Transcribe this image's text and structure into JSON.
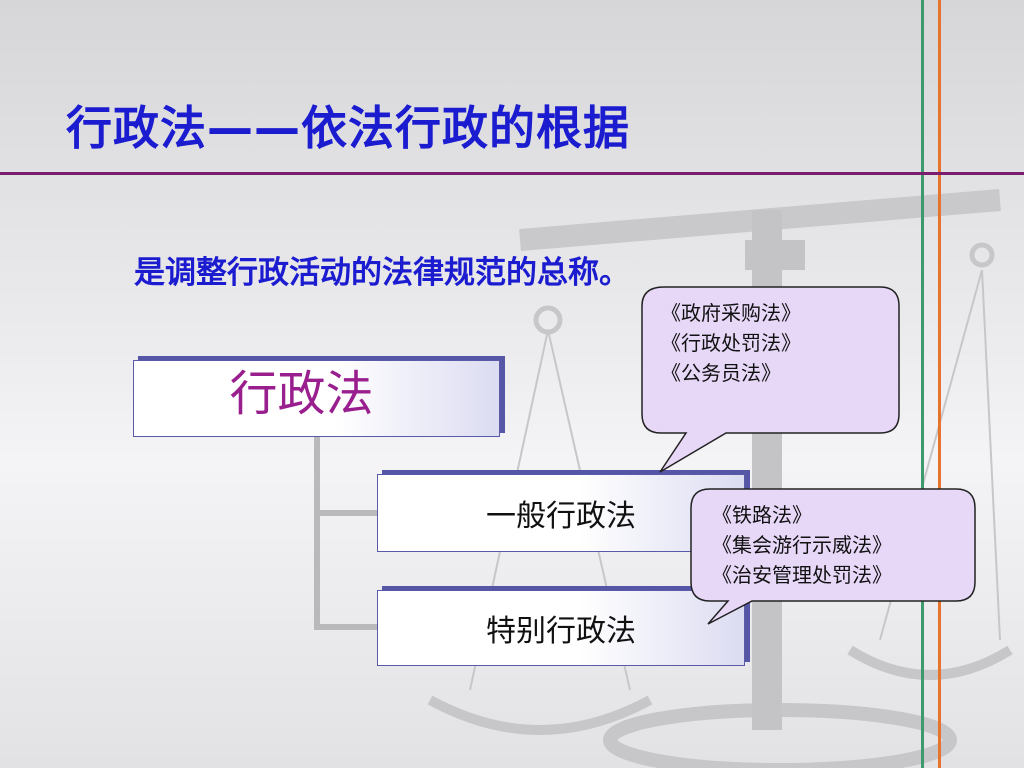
{
  "slide": {
    "title": "行政法——依法行政的根据",
    "subtitle": "是调整行政活动的法律规范的总称。",
    "main_box": {
      "label": "行政法"
    },
    "sub_boxes": [
      {
        "label": "一般行政法"
      },
      {
        "label": "特别行政法"
      }
    ],
    "callout_general": {
      "lines": [
        "《政府采购法》",
        "《行政处罚法》",
        "《公务员法》"
      ]
    },
    "callout_special": {
      "lines": [
        "《铁路法》",
        "《集会游行示威法》",
        "《治安管理处罚法》"
      ]
    }
  },
  "colors": {
    "title": "#1b1bd0",
    "main_box_text": "#9a1f8e",
    "rule": "#7d1d6e",
    "callout_fill": "#e7d8f8",
    "accent_green": "#3c9a6e",
    "accent_orange": "#e8742c"
  },
  "icons": {
    "background": "balance-scale-icon"
  }
}
